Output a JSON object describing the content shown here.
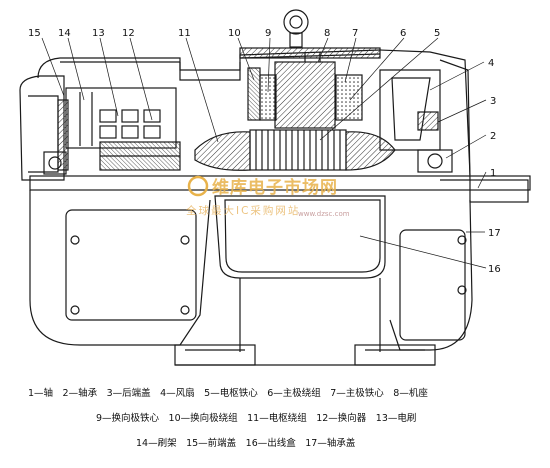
{
  "numbers": [
    "1",
    "2",
    "3",
    "4",
    "5",
    "6",
    "7",
    "8",
    "9",
    "10",
    "11",
    "12",
    "13",
    "14",
    "15",
    "16",
    "17"
  ],
  "legend": {
    "row1": "1—轴　2—轴承　3—后端盖　4—风扇　5—电枢铁心　6—主极绕组　7—主极铁心　8—机座",
    "row2": "9—换向极铁心　10—换向极绕组　11—电枢绕组　12—换向器　13—电刷",
    "row3": "14—刷架　15—前端盖　16—出线盒　17—轴承盖"
  },
  "watermark": {
    "brand": "维库电子市场网",
    "slogan": "全球最大IC采购网站",
    "url": "www.dzsc.com"
  },
  "colors": {
    "line": "#1a1a1a",
    "hatch": "#333333",
    "paper": "#ffffff",
    "watermark": "#e8b24a"
  }
}
